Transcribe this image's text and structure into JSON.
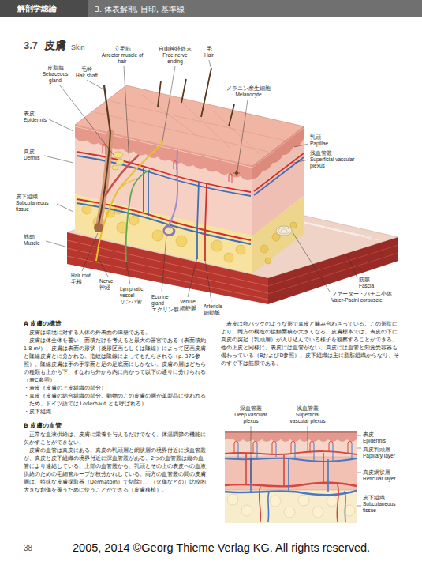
{
  "diagram": {
    "title": "皮膚",
    "labels": [
      "解剖学総論",
      "3. 体表解剖, 目印, 基準線",
      "3.7",
      "Skin",
      "立毛筋",
      "Arrector muscle of hair",
      "自由神経終末",
      "Free nerve ending",
      "毛",
      "Hair",
      "皮脂腺",
      "Sebaceous gland",
      "毛幹",
      "Hair shaft",
      "メラニン産生細胞",
      "Melanocyte",
      "表皮",
      "Epidermis",
      "真皮",
      "Dermis",
      "皮下組織",
      "Subcutaneous tissue",
      "筋肉",
      "Muscle",
      "乳頭",
      "Papillae",
      "浅血管叢",
      "Superficial vascular plexus",
      "Hair root",
      "毛根",
      "Nerve",
      "神経",
      "Lymphatic vessel",
      "リンパ管",
      "Eccrine gland",
      "エクリン腺",
      "Venule",
      "細静脈",
      "Arteriole",
      "細動脈",
      "筋膜",
      "Fascia",
      "ファーター・パチニ小体",
      "Vater-Pacini corpuscle",
      "A 皮膚の構造",
      "皮膚は環境に対する人体の外表面の障壁である。",
      "皮膚は体全体を覆い、面積だけを考えると最大の器官である（表面積約1.8 m²）。皮膚は表面の形状（菱形区画もしくは隆線）によって区画皮膚と隆線皮膚とに分かれる。指紋は隆線によってもたらされる（p. 376参照）。隆線皮膚は手の手掌面と足の足底面にしかない。皮膚の層はどちらの種類も上から下、すなわち外から内に向かって以下の通りに分けられる（表C参照）：",
      "・表皮（皮膚の上皮組織の部分）",
      "・真皮（皮膚の結合組織の部分。動物のこの皮膚の層が革製品に使われるため、ドイツ語では Lederhaut とも呼ばれる）",
      "・皮下組織",
      "表皮は卵パックのような形で真皮と噛み合わさっている。この形状により、両方の構造の接触面積が大きくなる。皮膚標本では、表皮の下に真皮の突起（乳頭層）が入り込んでいる様子を観察することができる。他の上皮と同様に、表皮には血管がない。真皮には血管と知覚受容器も備わっている（BおよびD参照）。皮下組織は主に脂肪組織からなり、そのすぐ下は筋膜である。",
      "B 皮膚の血管",
      "正常な血液供給は、皮膚に栄養を与えるだけでなく、体温調節の機能に欠かすことができない。",
      "皮膚の血管は真皮にある。真皮の乳頭層と網状層の境界付近に浅血管叢が、真皮と皮下組織の境界付近に深血管叢がある。2つの血管叢は縦の血管により連結している。上部の血管叢から、乳頭とその上の表皮への血液供給のための毛細管ループが枝分かれしている。両方の血管叢の間の皮膚層は、特殊な皮膚採取器（Dermatom）で切除し、（火傷などの）比較的大きな創傷を覆うために使うことができる（皮膚移植）。",
      "深血管叢",
      "Deep vascular plexus",
      "浅血管叢",
      "Superficial vascular plexus",
      "表皮",
      "Epidermis",
      "真皮乳頭層",
      "Papillary layer",
      "真皮網状層",
      "Reticular layer",
      "皮下組織",
      "Subcutaneous tissue",
      "38",
      "2005, 2014 ©Georg Thieme Verlag KG. All rights reserved."
    ]
  }
}
